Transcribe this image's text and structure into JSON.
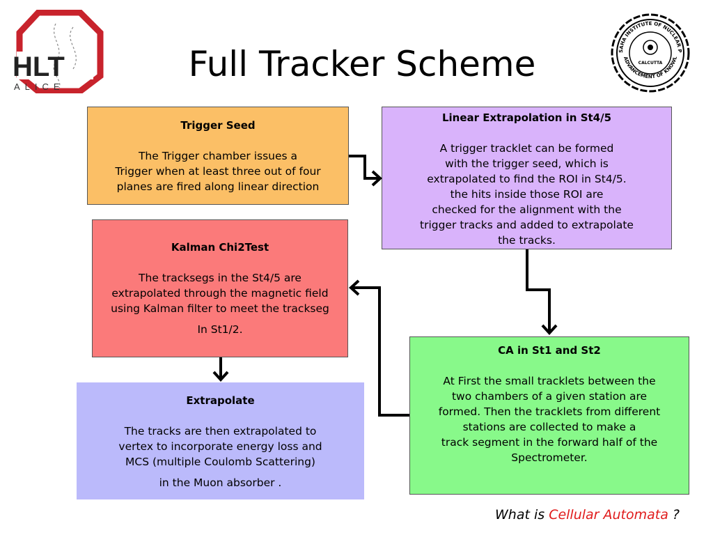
{
  "title": "Full Tracker Scheme",
  "logo_left": {
    "main": "HLT",
    "sub": "ALICE"
  },
  "logo_right": {
    "ring_top": "SAHA INSTITUTE OF NUCLEAR PHYSICS",
    "center": "CALCUTTA",
    "ring_bottom": "ADVANCEMENT OF KNOWLEDGE"
  },
  "boxes": {
    "trigger_seed": {
      "heading": "Trigger Seed",
      "lines": [
        "The Trigger chamber issues a",
        "Trigger when at least three out of four",
        "planes are fired along linear direction"
      ]
    },
    "linear_extrapolation": {
      "heading": "Linear Extrapolation in St4/5",
      "lines": [
        "A trigger tracklet can be formed",
        "with the trigger seed, which is",
        "extrapolated to find the ROI in St4/5.",
        "the hits inside those ROI are",
        "checked for the alignment with the",
        "trigger tracks and added to extrapolate",
        "the tracks."
      ]
    },
    "kalman": {
      "heading": "Kalman Chi2Test",
      "lines": [
        "The tracksegs in the St4/5 are",
        "extrapolated through the magnetic field",
        "using Kalman filter to meet the trackseg"
      ],
      "last": "In St1/2."
    },
    "ca": {
      "heading": "CA  in St1 and St2",
      "lines": [
        "At First the small tracklets between the",
        "two chambers of a given station are",
        "formed. Then the tracklets from different",
        "stations are collected to make a",
        "track segment in the forward half of the",
        "Spectrometer."
      ]
    },
    "extrapolate": {
      "heading": "Extrapolate",
      "lines": [
        "The tracks are then extrapolated to",
        "vertex to incorporate   energy loss and",
        "MCS (multiple Coulomb Scattering)"
      ],
      "last": "in the Muon absorber ."
    }
  },
  "footer": {
    "prefix": "What is ",
    "highlight": "Cellular Automata",
    "suffix": " ?"
  },
  "colors": {
    "seed_bg": "#fbbf66",
    "linear_bg": "#d9b3fb",
    "kalman_bg": "#fb7a7a",
    "ca_bg": "#88f98a",
    "extrapolate_bg": "#bbbafb",
    "hlt_red": "#c8232c",
    "accent": "#e01b1b"
  }
}
